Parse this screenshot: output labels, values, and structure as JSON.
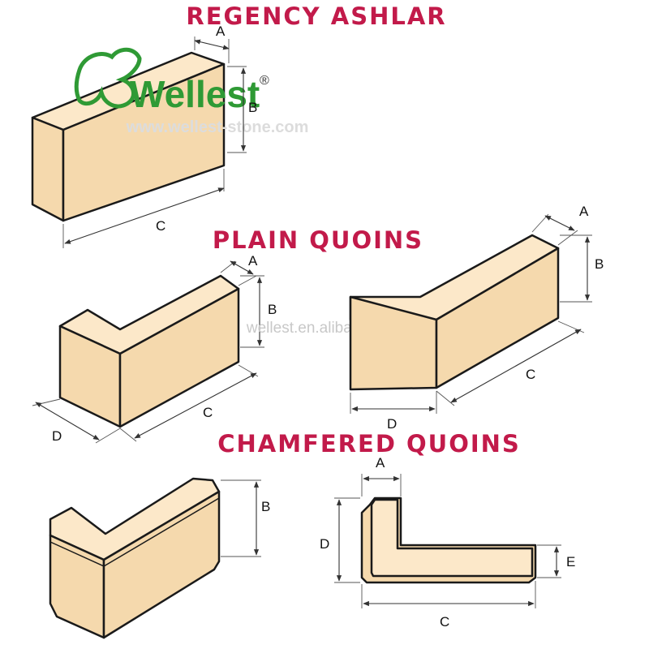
{
  "titles": {
    "regency": "REGENCY ASHLAR",
    "plain": "PLAIN QUOINS",
    "chamfered": "CHAMFERED QUOINS"
  },
  "logo": {
    "name": "Wellest",
    "registered": "®",
    "url": "www.wellest-stone.com",
    "watermark": "wellest.en.alibaba.com"
  },
  "labels": {
    "a": "A",
    "b": "B",
    "c": "C",
    "d": "D",
    "e": "E"
  },
  "colors": {
    "title": "#c21a4a",
    "stone_front": "#f5d9ad",
    "stone_top": "#fce8c9",
    "logo_green": "#2f9a35"
  }
}
